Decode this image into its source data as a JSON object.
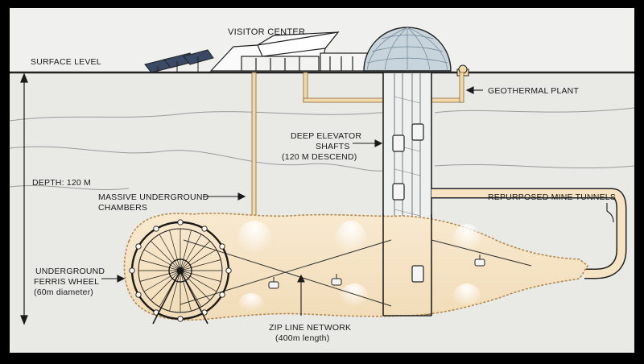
{
  "colors": {
    "frame": "#000000",
    "background": "#f0f0ee",
    "cavern": "#f6e3c4",
    "cavern_edge": "#d9b888",
    "pipe": "#f1d9a8",
    "ink": "#1a1a1a",
    "glass_dome": "#b9c8d2"
  },
  "labels": {
    "visitor_center": "VISITOR CENTER",
    "surface_level": "SURFACE LEVEL",
    "geothermal_plant": "GEOTHERMAL PLANT",
    "deep_elevator_line1": "DEEP ELEVATOR",
    "deep_elevator_line2": "SHAFTS",
    "deep_elevator_line3": "(120 M DESCEND)",
    "depth": "DEPTH: 120 M",
    "chambers_line1": "MASSIVE UNDERGROUND",
    "chambers_line2": "CHAMBERS",
    "mine_tunnels": "REPURPOSED MINE TUNNELS",
    "ferris_line1": "UNDERGROUND",
    "ferris_line2": "FERRIS WHEEL",
    "ferris_line3": "(60m diameter)",
    "zipline_line1": "ZIP LINE NETWORK",
    "zipline_line2": "(400m length)"
  },
  "icons": [
    "solar-panel-icon",
    "dome-icon",
    "elevator-car-icon",
    "ferris-wheel-icon",
    "zipline-gondola-icon",
    "cavern-light-icon"
  ]
}
